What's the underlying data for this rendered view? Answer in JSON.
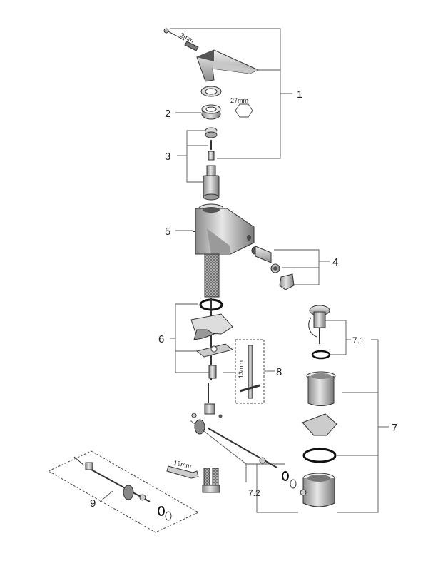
{
  "callouts": {
    "c1": "1",
    "c2": "2",
    "c3": "3",
    "c4": "4",
    "c5": "5",
    "c6": "6",
    "c7": "7",
    "c7_1": "7.1",
    "c7_2": "7.2",
    "c8": "8",
    "c9": "9"
  },
  "dimensions": {
    "hex_key": "3mm",
    "nut_wrench": "27mm",
    "tool_13": "13mm",
    "wrench_19": "19mm"
  }
}
